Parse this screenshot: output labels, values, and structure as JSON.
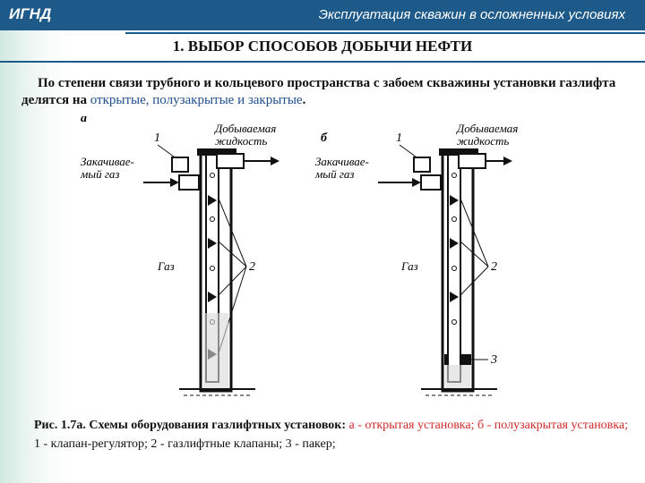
{
  "header": {
    "left": "ИГНД",
    "right": "Эксплуатация скважин в осложненных условиях"
  },
  "slide": {
    "title": "1. ВЫБОР СПОСОБОВ ДОБЫЧИ НЕФТИ",
    "paragraph": {
      "p1": "По степени связи трубного и кольцевого пространства с забоем скважины установки газлифта делятся на ",
      "p2": "открытые, полузакрытые и закрытые",
      "p3": "."
    }
  },
  "figure": {
    "a": {
      "letter": "а",
      "num1": "1",
      "liquid1": "Добываемая",
      "liquid2": "жидкость",
      "gas_in1": "Закачивае-",
      "gas_in2": "мый газ",
      "gas": "Газ",
      "num2": "2"
    },
    "b": {
      "letter": "б",
      "num1": "1",
      "liquid1": "Добываемая",
      "liquid2": "жидкость",
      "gas_in1": "Закачивае-",
      "gas_in2": "мый газ",
      "gas": "Газ",
      "num2": "2",
      "num3": "3"
    }
  },
  "caption": {
    "c1": "Рис. 1.7а. Схемы оборудования газлифтных установок: ",
    "c2": "а - открытая установка; б - полузакрытая установка;",
    "c3": " 1 - клапан-регулятор; 2 - газлифтные клапаны; 3 - пакер;"
  },
  "colors": {
    "header_bg": "#1e5a89",
    "accent_blue": "#1e4f8f",
    "accent_red": "#d02b2b"
  }
}
